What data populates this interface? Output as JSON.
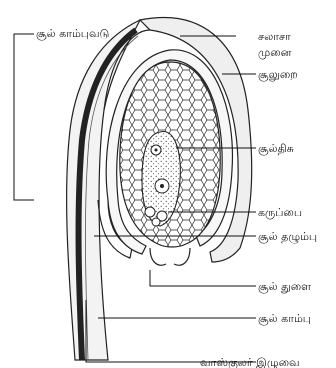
{
  "labels": {
    "funicle": "சூல் காம்புவடு",
    "chalazal_end": "சலாசா",
    "chalazal_end_2": "முனை",
    "integument": "சூலுறை",
    "nucellus": "சூல்திசு",
    "embryo_sac": "கருப்பை",
    "micropylar_collar": "சூல் தழும்பு",
    "micropyle": "சூல் துளை",
    "stalk": "சூல் காம்பு",
    "vascular_strand": "வாஸ்குலர் இழுவை"
  }
}
